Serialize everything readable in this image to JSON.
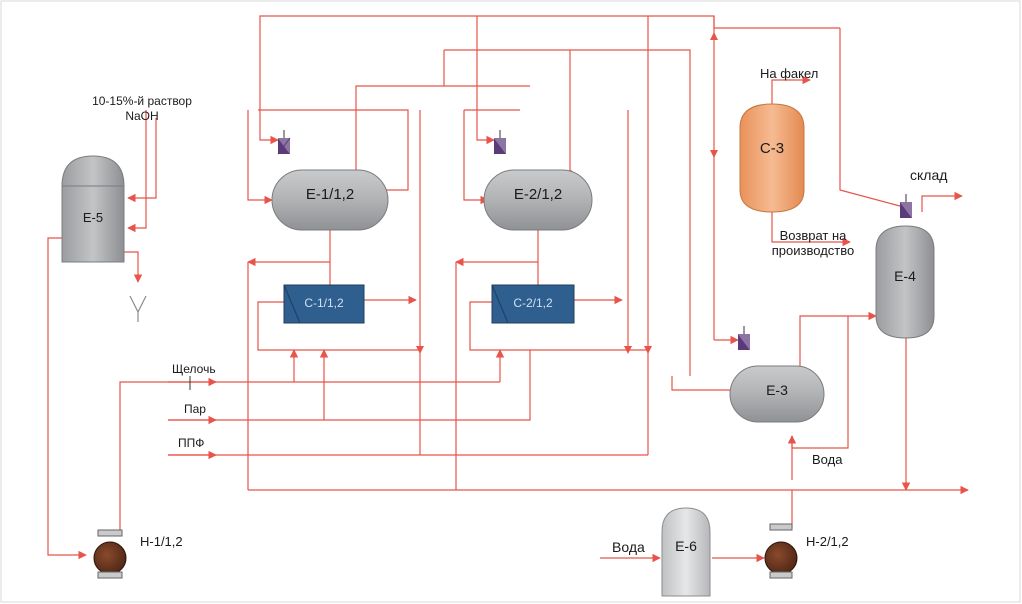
{
  "vessels": {
    "e1": "Е-1/1,2",
    "e2": "Е-2/1,2",
    "e3": "Е-3",
    "e4": "Е-4",
    "e5": "Е-5",
    "e6": "Е-6",
    "c1": "С-1/1,2",
    "c2": "С-2/1,2",
    "c3": "С-3"
  },
  "pumps": {
    "h1": "Н-1/1,2",
    "h2": "Н-2/1,2"
  },
  "streams": {
    "naoh": "10-15%-й раствор NaOH",
    "shchelochi": "Щелочь",
    "par": "Пар",
    "ppf": "ППФ",
    "na_fakel": "На факел",
    "sklad": "склад",
    "vozvrat": "Возврат на производство",
    "voda_e3": "Вода",
    "voda_e6": "Вода"
  },
  "colors": {
    "pipe": "#e8534a",
    "vessel_gray": "#a7a9ac",
    "column_orange": "#f0a878",
    "exchanger_blue": "#2f5f8f",
    "pump_brown": "#6b3a24",
    "valve_purple": "#5b3a7a"
  }
}
